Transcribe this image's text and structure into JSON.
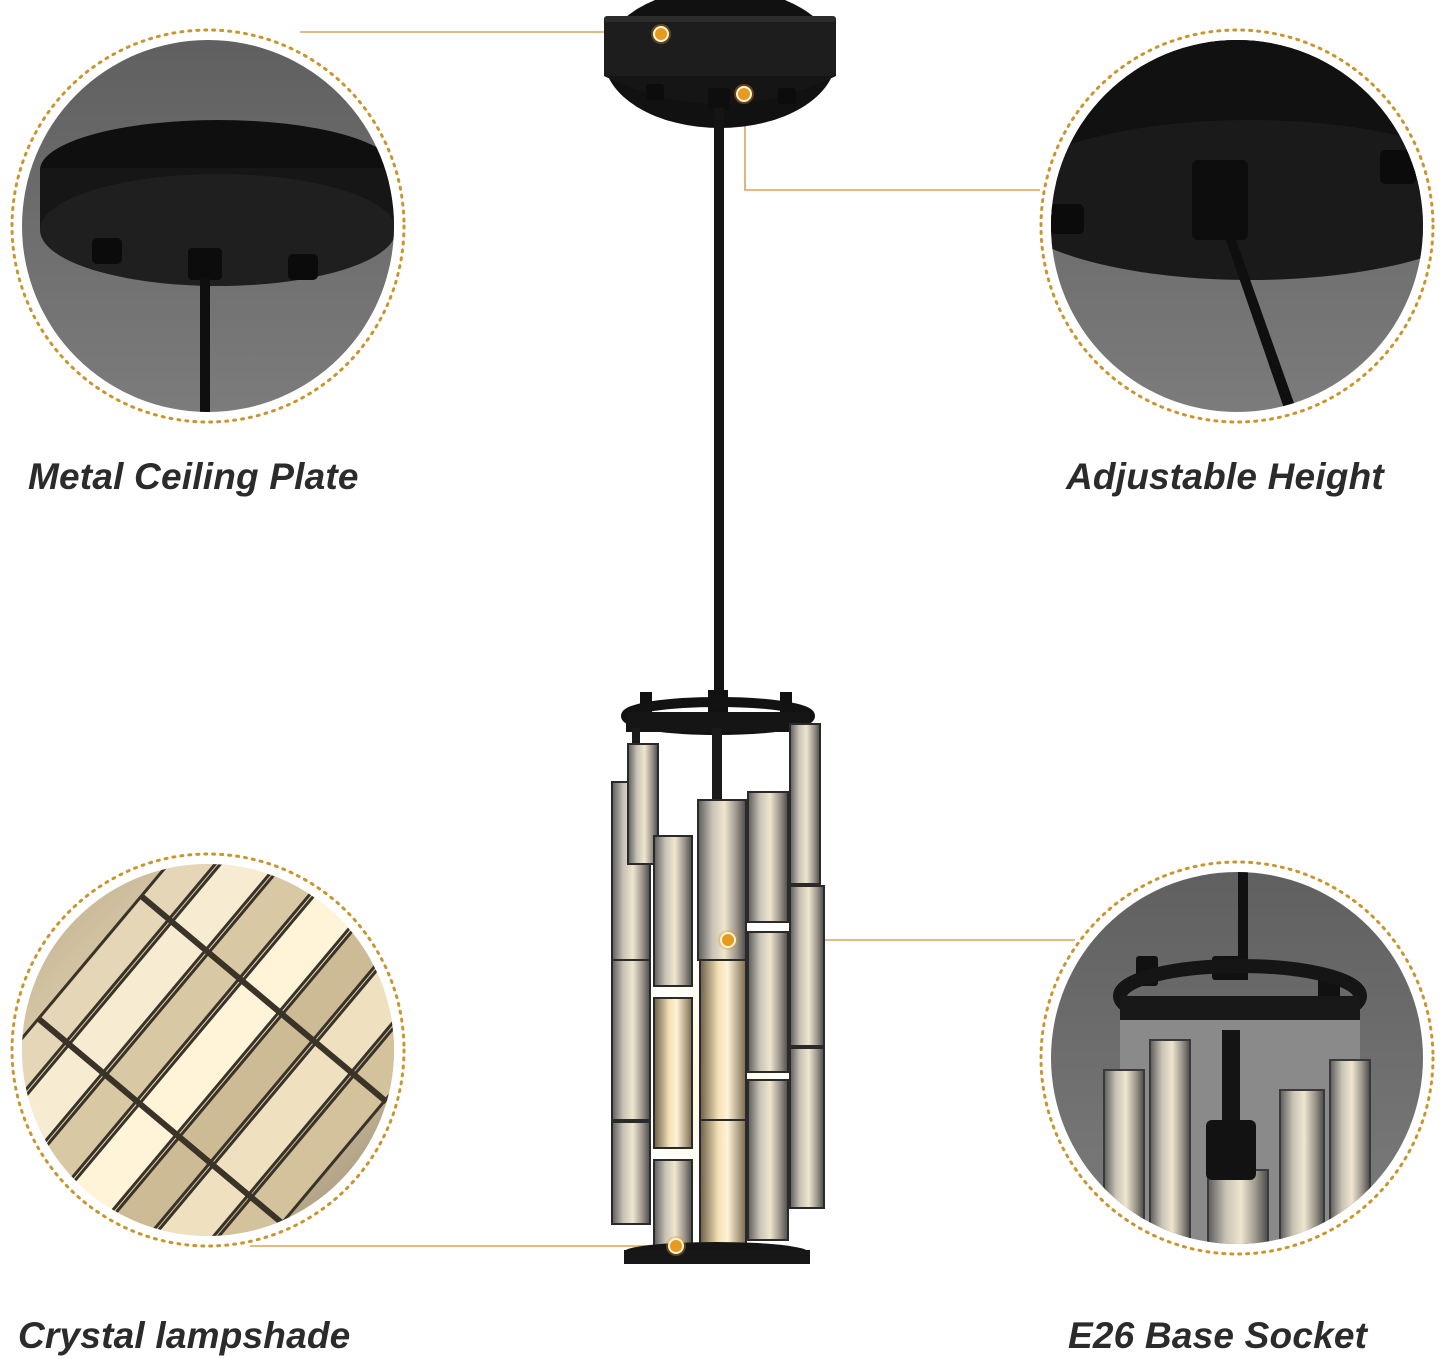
{
  "features": [
    {
      "id": "ceiling-plate",
      "label": "Metal Ceiling Plate"
    },
    {
      "id": "adjustable-height",
      "label": "Adjustable Height"
    },
    {
      "id": "crystal-lampshade",
      "label": "Crystal lampshade"
    },
    {
      "id": "e26-socket",
      "label": "E26 Base Socket"
    }
  ],
  "colors": {
    "accent": "#e69a1e",
    "leader_line": "#d9a45a",
    "label_text": "#2b2b2b",
    "metal": "#1b1b1b",
    "background": "#ffffff",
    "circle_backdrop": "#6e6e6e"
  }
}
